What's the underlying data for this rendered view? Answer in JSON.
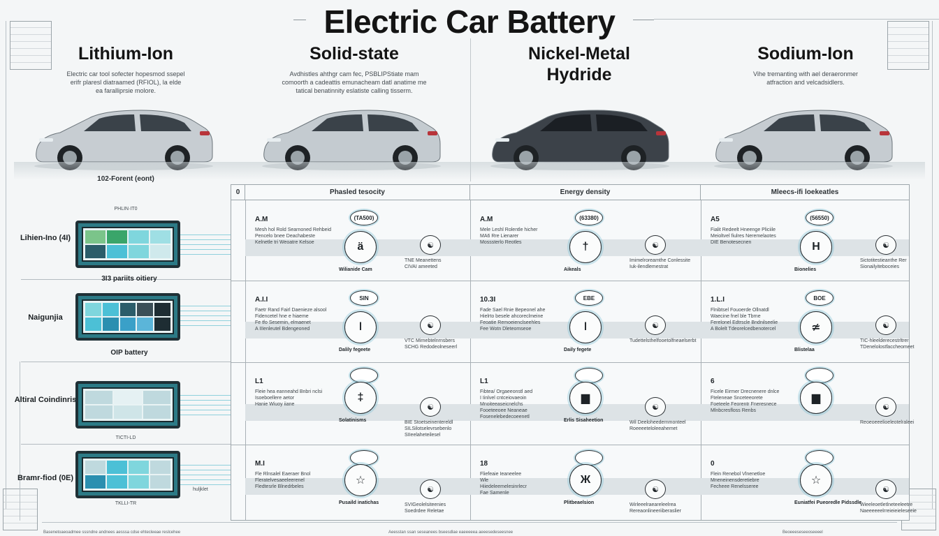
{
  "title": "Electric Car Battery",
  "columns": [
    {
      "name": "Lithium-Ion",
      "lines": [
        "Electric car tool sofecter hopesmod ssepel",
        "erifr plaresl diatraamed (RFIOL), la elde",
        "ea faralliprsie molore."
      ]
    },
    {
      "name": "Solid-state",
      "lines": [
        "Avdhistles ahthgr cam fec, PSBLIPStiate mam",
        "comoorth a cadeattis emunacheam datl anatime me",
        "tatical benatinnity eslatiste calling tisserm."
      ]
    },
    {
      "name": "Nickel-Metal Hydride",
      "lines": []
    },
    {
      "name": "Sodium-Ion",
      "lines": [
        "Vihe tremanting with ael deraeronmer",
        "atfraction and velcadsidlers."
      ]
    }
  ],
  "car_colors": [
    "#c7cdd2",
    "#c4cbd0",
    "#3c4249",
    "#c6ccd1"
  ],
  "form_label": "102-Forent (eont)",
  "table_headers": [
    "0",
    "Phasled tesocity",
    "Energy density",
    "Mleecs-ifi loekeatles"
  ],
  "rows": [
    {
      "label": "Lihien-Ino (4I)",
      "battery_caption": "3I3 pariits oitiery",
      "tiny_caption": "PHLIN·IT0"
    },
    {
      "label": "Naigunjia",
      "battery_caption": "OIP battery",
      "tiny_caption": ""
    },
    {
      "label": "Altiral Coindinris",
      "battery_caption": "",
      "tiny_caption": "TICTI-LD"
    },
    {
      "label": "Bramr-fiod (0E)",
      "battery_caption": "",
      "tiny_caption": "TKLLI-TR"
    }
  ],
  "right_caption": "huljklet",
  "cells": [
    [
      {
        "code": "A.M",
        "badge": "(TA500)",
        "glyph": "ä",
        "sub": "Wilianide Cam",
        "lines": [
          "Mesh hol Rold Searnoned Rehbeid",
          "Pencelo bnee Deachabeste",
          "Kelnetle tri Weoatre Kelsoe"
        ],
        "note": [
          "TNE Meanettens",
          "CIVAI ameeted"
        ]
      },
      {
        "code": "A.M",
        "badge": "(63380)",
        "glyph": "†",
        "sub": "Aikeals",
        "lines": [
          "Mele Leshl Rolentle hicher",
          "MA6 Rre Lienarer",
          "Mosssterlo Reotles"
        ],
        "note": [
          "Imimelroreamthe Conlessite",
          "Iuk-ilendlemestrat"
        ]
      },
      {
        "code": "A5",
        "badge": "(56550)",
        "glyph": "H",
        "sub": "Bionelies",
        "lines": [
          "Fialit Redeelt Hneenge Pliciile",
          "Meioltvel fiulres Neremelaotes",
          "DIE Benotesecnen"
        ],
        "note": [
          "Sictotitestieanthe Rer",
          "Sionailyiteboceies"
        ]
      }
    ],
    [
      {
        "code": "A.I.I",
        "badge": "SIN",
        "glyph": "ǀ",
        "sub": "Dalily fegeete",
        "lines": [
          "Faetr Rand Fairl Daenieze alsool",
          "Fidencetel hne e hiaeme",
          "Fe tfo Sesemin, elmaenet",
          "A IIIenleutel Bdengeoned"
        ],
        "note": [
          "VTC Mirnebtelnrnsbers",
          "SCHG Redodeolneseerl"
        ]
      },
      {
        "code": "10.3I",
        "badge": "EBE",
        "glyph": "ǀ",
        "sub": "Daily fegete",
        "lines": [
          "Fade Sael Rnie Bepeonel ahe",
          "Hielrto besele ahcoreclmeine",
          "Feoatie Remoeienclseehles",
          "Fee Wotn Dleteomseoe"
        ],
        "note": [
          "Tudettelsthelfooetolfneaelserbt"
        ]
      },
      {
        "code": "1.L.I",
        "badge": "BOE",
        "glyph": "≄",
        "sub": "Blistelaa",
        "lines": [
          "Flnibtsel Fouoerde Ollnatdl",
          "Waecine fnel ble Tbrne",
          "Ferelonel Edtrscle Bndnilseelie",
          "A Bolelt Tdeorelcedbenotercel"
        ],
        "note": [
          "TIC-hleelderecestrltrer",
          "TDenelolostfaccheomeet"
        ]
      }
    ],
    [
      {
        "code": "L1",
        "badge": "",
        "glyph": "‡",
        "sub": "Solatinisms",
        "lines": [
          "Fleie hea eanneahd Bnbri nclsi",
          "Isoeboellere aetor",
          "Hanie Wiuoy iiane"
        ],
        "note": [
          "BIE Stoetseinentereldl",
          "SILSilotselevrsebenlo",
          "SIIeelaheteilesel"
        ]
      },
      {
        "code": "L1",
        "badge": "",
        "glyph": "▆",
        "sub": "Erlis Sisaheetion",
        "lines": [
          "Fibtea/ Orgaeeonstl aed",
          "I Iinlvel cntceiovaeoin",
          "Mnoiteeaseicnelchs",
          "Fooeteeoee Neaneae",
          "Fosenelebedecoeenetl"
        ],
        "note": [
          "Wil Deeloheedernmonteel",
          "Roeeeeteloleeahemet"
        ]
      },
      {
        "code": "6",
        "badge": "",
        "glyph": "▆",
        "sub": "",
        "lines": [
          "Ficele Eirmer Drecnenere dnlce",
          "Fteleneae Snceteeorete",
          "Foeteele Feorentr Fneresnece",
          "Mlnbcresfloss Renbs"
        ],
        "note": [
          "Reoeoeeelioeleotelraleei"
        ]
      }
    ],
    [
      {
        "code": "M.I",
        "badge": "",
        "glyph": "☆",
        "sub": "Pusaild inatichas",
        "lines": [
          "Fle Rlnsalel Eaeraer Bnol",
          "Fleratelvesaeeleerenel",
          "Fledtesrle Blnedrbeles"
        ],
        "note": [
          "SVIGeolelsiteenies",
          "Soedrdee Reletae"
        ]
      },
      {
        "code": "18",
        "badge": "",
        "glyph": "Ж",
        "sub": "Plitbeaelsion",
        "lines": [
          "Fliefeaie Ieaneelee",
          "Wle",
          "Hiiedeleemelesinrlecr",
          "Fae Samenle"
        ],
        "note": [
          "Wirleeelraeareleelrea",
          "Rereaonlineeriiberaslier"
        ]
      },
      {
        "code": "0",
        "badge": "",
        "glyph": "☆",
        "sub": "Euniatfei Pueoredle Pidssdle",
        "lines": [
          "Flein Renebol Vlnenetloe",
          "Mneneinensderetiebre",
          "Fecheee Renelsseree"
        ],
        "note": [
          "Wieeleoetletlneteeleetre",
          "Naeeeeeelrreieieieleseeie"
        ]
      }
    ]
  ],
  "footer_left": "Basenetoaeoadmee sssndne andnees aesssa cdse ehtecleeae reslcehee",
  "footer_center": "Aeesstan ssan seseanees bseesdlae eaeeeeea aeeesedeseesnee",
  "footer_right": "Beoeeeseseeoseeeel"
}
